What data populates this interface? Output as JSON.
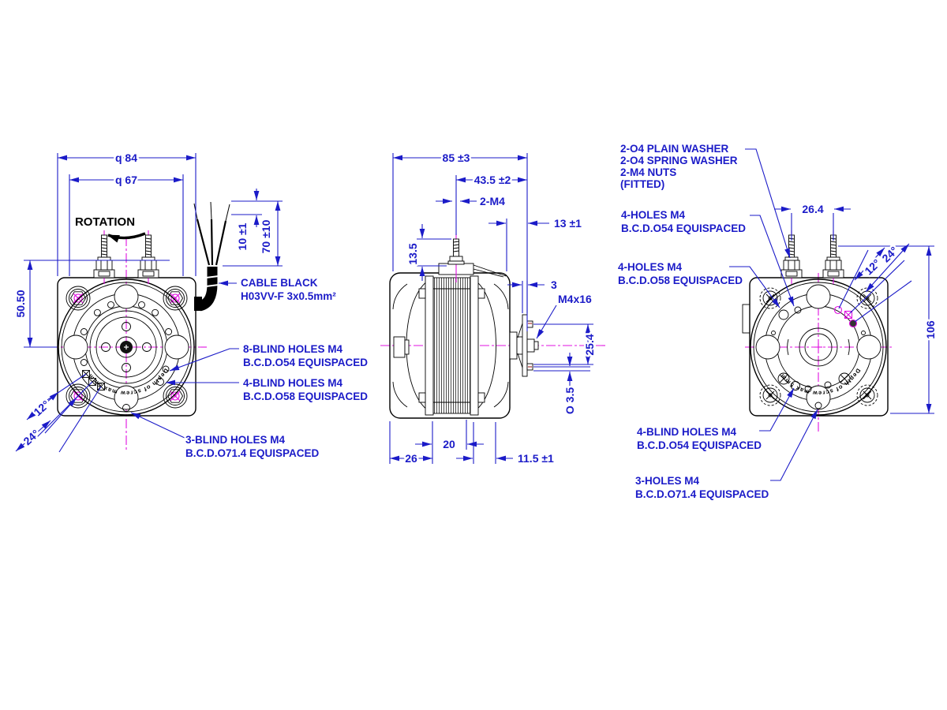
{
  "colors": {
    "dimension_blue": "#1b1bc8",
    "centerline_magenta": "#e010e0",
    "line_black": "#000000",
    "background": "#ffffff"
  },
  "front_view": {
    "rotation_label": "ROTATION",
    "face_engraving": "Depth of screw max 5mm",
    "dims": {
      "outer_square": "q 84",
      "inner_square": "q 67",
      "center_height": "50.50",
      "angle_small": "12°",
      "angle_large": "24°",
      "wire_strip": "10 ±1",
      "cable_length": "70 ±10"
    },
    "cable_note": {
      "line1": "CABLE BLACK",
      "line2": "H03VV-F 3x0.5mm²"
    },
    "callouts": [
      {
        "line1": "8-BLIND HOLES M4",
        "line2": "B.C.D.O54 EQUISPACED"
      },
      {
        "line1": "4-BLIND HOLES M4",
        "line2": "B.C.D.O58 EQUISPACED"
      },
      {
        "line1": "3-BLIND HOLES M4",
        "line2": "B.C.D.O71.4 EQUISPACED"
      }
    ]
  },
  "side_view": {
    "dims": {
      "overall_length": "85 ±3",
      "stud_to_shaft_end": "43.5 ±2",
      "terminal_studs": "2-M4",
      "rear_length": "13 ±1",
      "stud_height": "13.5",
      "plate_thickness": "3",
      "hub_screw": "M4x16",
      "blade_hole_spacing": "25.4",
      "blade_hole_dia": "O 3.5",
      "front_length": "26",
      "stack_length": "20",
      "shaft_length": "11.5 ±1"
    }
  },
  "rear_view": {
    "face_engraving": "Depth of screw max 5mm",
    "terminal_note": {
      "line1": "2-O4 PLAIN WASHER",
      "line2": "2-O4 SPRING WASHER",
      "line3": "2-M4 NUTS",
      "line4": "(FITTED)"
    },
    "dims": {
      "stud_spacing": "26.4",
      "angle_small": "12°",
      "angle_large": "24°",
      "overall_height": "106"
    },
    "callouts": [
      {
        "line1": "4-HOLES M4",
        "line2": "B.C.D.O54 EQUISPACED"
      },
      {
        "line1": "4-HOLES M4",
        "line2": "B.C.D.O58 EQUISPACED"
      },
      {
        "line1": "4-BLIND HOLES M4",
        "line2": "B.C.D.O54 EQUISPACED"
      },
      {
        "line1": "3-HOLES M4",
        "line2": "B.C.D.O71.4 EQUISPACED"
      }
    ]
  }
}
